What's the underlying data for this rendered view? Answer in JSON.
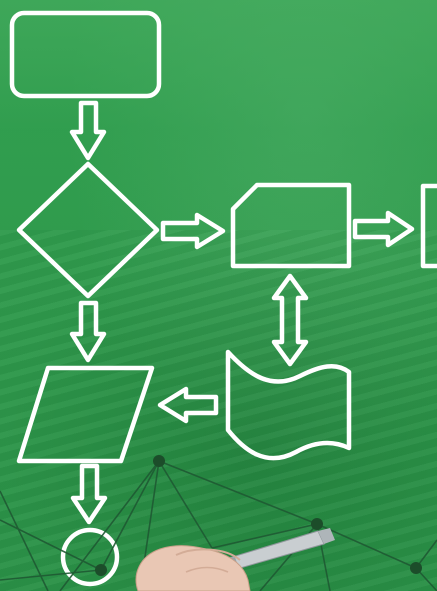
{
  "scene": {
    "description_tag": "",
    "colors": {
      "background": "#2f9a4c",
      "shape_stroke": "#ffffff",
      "network_node": "#1c4d2a",
      "network_line": "#1f5a33",
      "pen_body": "#c9ced1",
      "hand_skin": "#e9c7b4"
    },
    "icons": [
      "flowchart-terminal-shape",
      "flowchart-decision-diamond",
      "flowchart-manual-input-shape",
      "flowchart-parallelogram-io",
      "flowchart-document-wave",
      "flowchart-connector-circle",
      "double-arrow-icon",
      "hand-icon",
      "pen-icon",
      "network-graph-icon"
    ]
  }
}
